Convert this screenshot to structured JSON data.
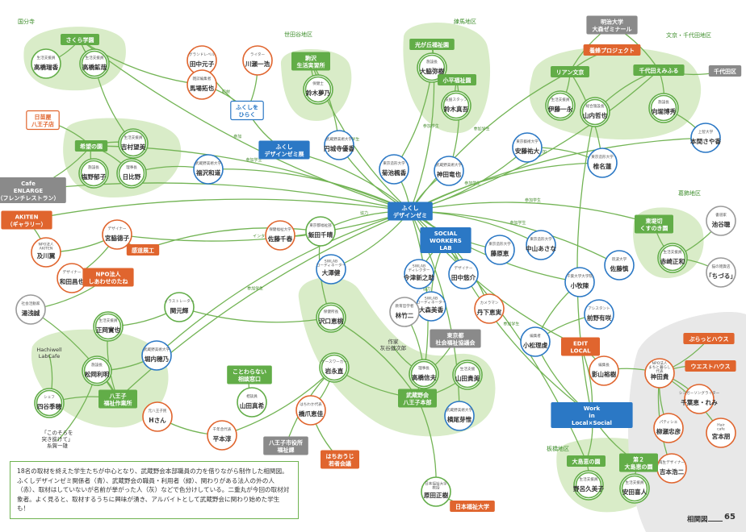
{
  "regions": [
    {
      "id": "kokubunji",
      "label": "国分寺"
    },
    {
      "id": "setagaya",
      "label": "世田谷地区"
    },
    {
      "id": "nerima",
      "label": "練馬地区"
    },
    {
      "id": "bunkyo",
      "label": "文京・千代田地区"
    },
    {
      "id": "katsushika",
      "label": "葛飾地区"
    },
    {
      "id": "itabashi",
      "label": "板橋地区"
    },
    {
      "id": "chiyoda",
      "label": "千代田区"
    }
  ],
  "nodes": [
    {
      "id": "sakura",
      "kind": "box-green",
      "label": "さくら学園"
    },
    {
      "id": "takahashi_r",
      "kind": "circle-green",
      "role": "生活支援員",
      "name": "高橋瑞香"
    },
    {
      "id": "takahashi_s",
      "kind": "circle-green",
      "role": "生活支援員",
      "name": "高橋鉱哉"
    },
    {
      "id": "tanaka_m",
      "kind": "circle-orange",
      "role": "グランドレベル",
      "name": "田中元子"
    },
    {
      "id": "kawasumi",
      "kind": "circle-orange",
      "role": "ライター",
      "name": "川瀬一浩"
    },
    {
      "id": "baba",
      "kind": "circle-orange",
      "role": "雑誌編集者",
      "name": "馬場拓也"
    },
    {
      "id": "hino",
      "kind": "box-orange-outline",
      "label": "日苗屋 八王子店"
    },
    {
      "id": "kibou",
      "kind": "box-green",
      "label": "希望の園"
    },
    {
      "id": "yoshimura",
      "kind": "circle-green",
      "role": "生活支援員",
      "name": "吉村望美"
    },
    {
      "id": "shiotsuka",
      "kind": "circle-green",
      "role": "施設長",
      "name": "塩野郁子"
    },
    {
      "id": "hiraki",
      "kind": "circle-green",
      "role": "理事長",
      "name": "日比野"
    },
    {
      "id": "fukuda",
      "kind": "circle-blue",
      "role": "武蔵野美術大学",
      "name": "福沢和道"
    },
    {
      "id": "fukushi_hiraku",
      "kind": "box-blue-outline",
      "label": "ふくしを ひらく"
    },
    {
      "id": "komazawa",
      "kind": "box-green",
      "label": "駒沢 生活実習所"
    },
    {
      "id": "suzuki_y",
      "kind": "circle-green",
      "role": "保健士",
      "name": "鈴木夢乃"
    },
    {
      "id": "fukushi_zemi_ten",
      "kind": "box-blue",
      "label": "ふくし デザインゼミ展"
    },
    {
      "id": "enjo",
      "kind": "circle-blue",
      "role": "武蔵野美術大学",
      "name": "円城寺優香"
    },
    {
      "id": "cafe",
      "kind": "box-gray",
      "label": "Cafe ENLARGE （フレンチレストラン）"
    },
    {
      "id": "hikarigaoka",
      "kind": "box-green",
      "label": "光が丘福祉園"
    },
    {
      "id": "ohashi",
      "kind": "circle-green",
      "role": "施設長",
      "name": "大脇弥樹"
    },
    {
      "id": "kotake",
      "kind": "box-green",
      "label": "小平福祉園"
    },
    {
      "id": "suzuki_s",
      "kind": "circle-green",
      "role": "支援スタッフ",
      "name": "鈴木真吾"
    },
    {
      "id": "kikuchi",
      "kind": "circle-blue",
      "role": "東京造形大学",
      "name": "菊池楓香"
    },
    {
      "id": "kamata",
      "kind": "circle-blue",
      "role": "武蔵野美術大学",
      "name": "神田竜也"
    },
    {
      "id": "ando",
      "kind": "circle-blue",
      "role": "東京藝術大学",
      "name": "安藤祐大"
    },
    {
      "id": "meiji",
      "kind": "box-gray",
      "label": "明治大学 大森ゼミナール"
    },
    {
      "id": "yogo",
      "kind": "box-orange",
      "label": "養蜂プロジェクト"
    },
    {
      "id": "riap",
      "kind": "box-green",
      "label": "リアン文京"
    },
    {
      "id": "chiyoda_emi",
      "kind": "box-green",
      "label": "千代田えみふる"
    },
    {
      "id": "chiyoda_ku",
      "kind": "box-gray",
      "label": "千代田区"
    },
    {
      "id": "ito",
      "kind": "circle-green",
      "role": "生活支援員",
      "name": "伊藤一永"
    },
    {
      "id": "yamauchi",
      "kind": "circle-green",
      "role": "総合施設長",
      "name": "山内哲也"
    },
    {
      "id": "mukai",
      "kind": "circle-green",
      "role": "施設長",
      "name": "向堀博秀"
    },
    {
      "id": "motoki",
      "kind": "circle-blue",
      "role": "上智大学",
      "name": "本間さや香"
    },
    {
      "id": "shiina",
      "kind": "circle-blue",
      "role": "東京造形大学",
      "name": "椎名蓮"
    },
    {
      "id": "akiten",
      "kind": "box-orange",
      "label": "AKITEN （ギャラリー）"
    },
    {
      "id": "oikawa",
      "kind": "circle-orange",
      "role": "NPO法人 AKITEN",
      "name": "及川翼"
    },
    {
      "id": "mitsuchi",
      "kind": "circle-orange",
      "role": "デザイナー",
      "name": "宮脇德子"
    },
    {
      "id": "kando",
      "kind": "box-orange",
      "label": "感道展工"
    },
    {
      "id": "wada",
      "kind": "circle-orange",
      "role": "デザイナー",
      "name": "和田昌也"
    },
    {
      "id": "npo_shiawase",
      "kind": "box-orange",
      "label": "NPO法人 しあわせのたね"
    },
    {
      "id": "yuasa",
      "kind": "circle-gray",
      "role": "社会活動家",
      "name": "湯浅誠"
    },
    {
      "id": "fukushi_zemi",
      "kind": "box-blue",
      "label": "ふくし デザインゼミ"
    },
    {
      "id": "sw_lab",
      "kind": "box-blue",
      "label": "SOCIAL WORKERS LAB"
    },
    {
      "id": "sato_c",
      "kind": "circle-orange",
      "role": "保健福祉大学",
      "name": "佐藤千春"
    },
    {
      "id": "iida",
      "kind": "circle-green",
      "role": "東京都福祉部",
      "name": "飯田千晴"
    },
    {
      "id": "owada",
      "kind": "circle-blue",
      "role": "SWLAB コーディネーター",
      "name": "大澤健"
    },
    {
      "id": "swlab_dir",
      "kind": "circle-blue",
      "role": "SWLAB ディレクター",
      "name": "今津新之助"
    },
    {
      "id": "tanaka_y",
      "kind": "circle-blue",
      "role": "デザイナー",
      "name": "田中悠介"
    },
    {
      "id": "ohmori",
      "kind": "circle-blue",
      "role": "SWLAB コーディネーター",
      "name": "大森美香"
    },
    {
      "id": "yamashita",
      "kind": "circle-orange",
      "role": "カメラマン",
      "name": "丹下恵実"
    },
    {
      "id": "fujiwara",
      "kind": "circle-blue",
      "role": "東京造形大学",
      "name": "藤原恵"
    },
    {
      "id": "nakayama",
      "kind": "circle-blue",
      "role": "東京造形大学",
      "name": "中山あさな"
    },
    {
      "id": "kotaki",
      "kind": "circle-blue",
      "role": "千葉大学大学院",
      "name": "小牧陳"
    },
    {
      "id": "maeno",
      "kind": "circle-blue",
      "role": "アシスタント",
      "name": "前野有咲"
    },
    {
      "id": "sato_r",
      "kind": "circle-blue",
      "role": "筑波大学",
      "name": "佐藤慎"
    },
    {
      "id": "kurumi",
      "kind": "box-green",
      "label": "東堤切 くすのき園"
    },
    {
      "id": "akazaki",
      "kind": "circle-green",
      "role": "生活支援員",
      "name": "赤崎正和"
    },
    {
      "id": "ikeya",
      "kind": "circle-gray",
      "role": "書道家",
      "name": "池谷聴"
    },
    {
      "id": "tsuzuru",
      "kind": "circle-gray",
      "role": "猫の雑貨店",
      "name": "「ちづる」"
    },
    {
      "id": "mameyama",
      "kind": "circle-green",
      "role": "生活支援員",
      "name": "正岡實也"
    },
    {
      "id": "seki",
      "kind": "circle-green",
      "role": "イラストレーター",
      "name": "関元輝"
    },
    {
      "id": "horiuchi",
      "kind": "circle-blue",
      "role": "武蔵野美術大学",
      "name": "堀内穂乃"
    },
    {
      "id": "hachiwell",
      "kind": "label",
      "label": "Hachiwell LabCafe"
    },
    {
      "id": "matsuoka",
      "kind": "circle-green",
      "role": "施設長",
      "name": "松岡利明"
    },
    {
      "id": "hachioji_kai",
      "kind": "box-green",
      "label": "八王子 福祉作業所"
    },
    {
      "id": "shihou",
      "kind": "circle-green",
      "role": "シェフ",
      "name": "四谷季穂"
    },
    {
      "id": "book",
      "kind": "label",
      "label": "「このそらを 突き抜けて」 糸賀一雄"
    },
    {
      "id": "h_san",
      "kind": "circle-orange",
      "role": "元八王子民",
      "name": "Hさん"
    },
    {
      "id": "hirano",
      "kind": "circle-orange",
      "role": "千年舎代表",
      "name": "平本淳"
    },
    {
      "id": "sawaguchi",
      "kind": "circle-green",
      "role": "保健所長",
      "name": "沢口恵桃"
    },
    {
      "id": "iwamoto",
      "kind": "circle-green",
      "role": "ケースワーカー",
      "name": "岩永直"
    },
    {
      "id": "kokoro",
      "kind": "box-green",
      "label": "ことわらない 相談窓口"
    },
    {
      "id": "yamada_m",
      "kind": "circle-green",
      "role": "相談員",
      "name": "山田真希"
    },
    {
      "id": "hachioji_shiyakusho",
      "kind": "box-gray",
      "label": "八王子市役所 福祉課"
    },
    {
      "id": "hashimoto",
      "kind": "circle-orange",
      "role": "はちわか代表",
      "name": "橋爪恵佳"
    },
    {
      "id": "haruoji",
      "kind": "box-orange",
      "label": "はちおうじ 若者会議"
    },
    {
      "id": "hayashi",
      "kind": "circle-gray",
      "role": "教育哲学者",
      "name": "林竹二"
    },
    {
      "id": "saibara",
      "kind": "label",
      "label": "作家 灰谷健次郎"
    },
    {
      "id": "tokyo_shakyo",
      "kind": "box-gray",
      "label": "東京都 社会福祉協議会"
    },
    {
      "id": "takahashi_y",
      "kind": "circle-green",
      "role": "理事長",
      "name": "高橋信夫"
    },
    {
      "id": "yamada_k",
      "kind": "circle-green",
      "role": "生活支援",
      "name": "山田貴美"
    },
    {
      "id": "buzou_hon",
      "kind": "box-green",
      "label": "武蔵野会 八王子本部"
    },
    {
      "id": "sakao",
      "kind": "circle-blue",
      "role": "武蔵野美術大学",
      "name": "横尾芽惟"
    },
    {
      "id": "harada",
      "kind": "circle-green",
      "role": "日本福祉大学 教授",
      "name": "原田正樹"
    },
    {
      "id": "nihon_fukushi",
      "kind": "box-orange",
      "label": "日本福祉大学"
    },
    {
      "id": "edit_local",
      "kind": "box-orange",
      "label": "EDIT LOCAL"
    },
    {
      "id": "koshi",
      "kind": "circle-blue",
      "role": "編集者",
      "name": "小松理虔"
    },
    {
      "id": "kagetani",
      "kind": "circle-orange",
      "role": "編集長",
      "name": "影山裕樹"
    },
    {
      "id": "kamiya",
      "kind": "circle-orange",
      "role": "NPO法人 まちと暮らし 代表",
      "name": "神田貴"
    },
    {
      "id": "bratto",
      "kind": "box-orange",
      "label": "ぷらっとハウス"
    },
    {
      "id": "west",
      "kind": "box-orange",
      "label": "ウエストハウス"
    },
    {
      "id": "chiba_h",
      "kind": "circle-orange",
      "role": "シンガーソングライター",
      "name": "千葉恵・れみ"
    },
    {
      "id": "yanase",
      "kind": "circle-orange",
      "role": "パティシエ",
      "name": "柳瀬忠彦"
    },
    {
      "id": "hair_cafe",
      "kind": "circle-orange",
      "role": "Hair cafe",
      "name": "宮本朋"
    },
    {
      "id": "yoshimoto",
      "kind": "circle-orange",
      "role": "再生デザイナー",
      "name": "吉本浩二"
    },
    {
      "id": "work_in",
      "kind": "box-blue",
      "label": "Work in Local×Social"
    },
    {
      "id": "omori_en",
      "kind": "box-green",
      "label": "大島恵の園"
    },
    {
      "id": "dai2",
      "kind": "box-green",
      "label": "第２ 大島恵の園"
    },
    {
      "id": "noda",
      "kind": "circle-green",
      "role": "生活支援員",
      "name": "野呂久美子"
    },
    {
      "id": "yasuda",
      "kind": "circle-green",
      "role": "生活支援員",
      "name": "安田喜人"
    }
  ],
  "edge_labels": [
    "作業療法",
    "保護者",
    "アルバイト",
    "ゲスト",
    "参加学生",
    "協力",
    "デザイナー",
    "取材",
    "インタビュー",
    "講演者",
    "参加"
  ],
  "caption": "18名の取材を終えた学生たちが中心となり、武蔵野会本部職員の力を借りながら制作した相関図。ふくしデザインゼミ関係者（青）、武蔵野会の職員・利用者（緑）、関わりがある法人の外の人（赤）、取材はしていないが名前が挙がった人（灰）などで色分けしている。二重丸が今回の取材対象者。よく見ると、取材するうちに興味が湧き、アルバイトとして武蔵野会に関わり始めた学生も！",
  "footer": {
    "label": "相関図",
    "page": "65"
  },
  "colors": {
    "green": "#62ad48",
    "blue": "#2b78c5",
    "orange": "#e0652e",
    "gray": "#9a9a9a",
    "blob": "#d9ecc8"
  }
}
